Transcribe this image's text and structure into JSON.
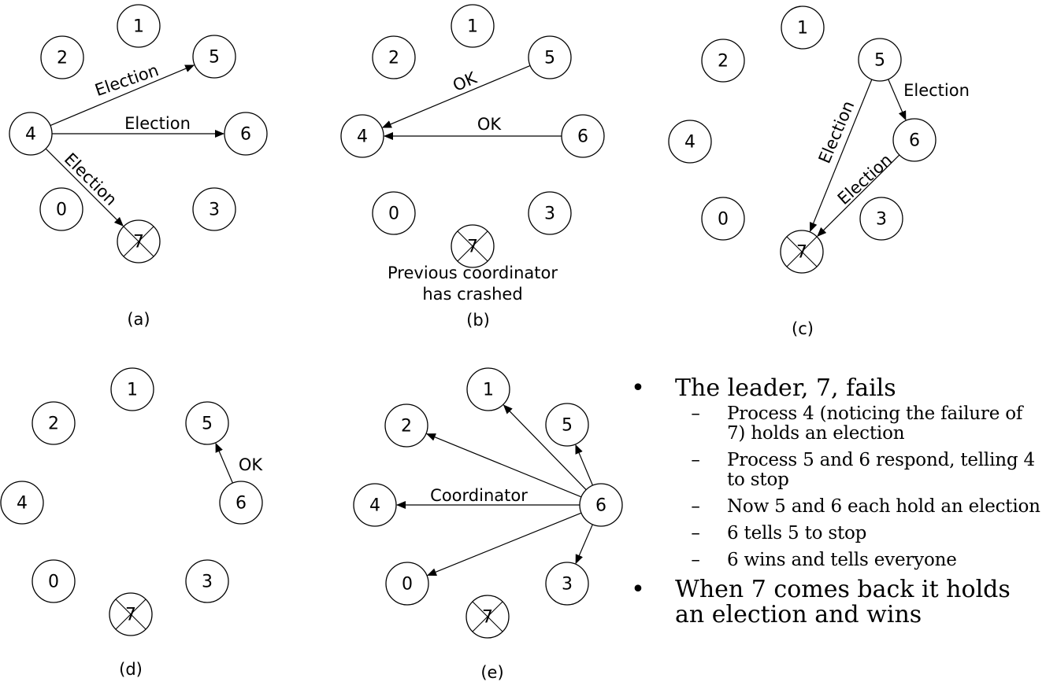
{
  "panels": [
    {
      "id": "a",
      "caption": "(a)",
      "nodes": [
        {
          "id": "1",
          "label": "1",
          "crashed": false
        },
        {
          "id": "2",
          "label": "2",
          "crashed": false
        },
        {
          "id": "5",
          "label": "5",
          "crashed": false
        },
        {
          "id": "4",
          "label": "4",
          "crashed": false
        },
        {
          "id": "6",
          "label": "6",
          "crashed": false
        },
        {
          "id": "0",
          "label": "0",
          "crashed": false
        },
        {
          "id": "3",
          "label": "3",
          "crashed": false
        },
        {
          "id": "7",
          "label": "7",
          "crashed": true
        }
      ],
      "edges": [
        {
          "from": "4",
          "to": "5",
          "label": "Election"
        },
        {
          "from": "4",
          "to": "6",
          "label": "Election"
        },
        {
          "from": "4",
          "to": "7",
          "label": "Election"
        }
      ]
    },
    {
      "id": "b",
      "caption": "(b)",
      "note_lines": [
        "Previous coordinator",
        "has crashed"
      ],
      "nodes": [
        {
          "id": "1",
          "label": "1",
          "crashed": false
        },
        {
          "id": "2",
          "label": "2",
          "crashed": false
        },
        {
          "id": "5",
          "label": "5",
          "crashed": false
        },
        {
          "id": "4",
          "label": "4",
          "crashed": false
        },
        {
          "id": "6",
          "label": "6",
          "crashed": false
        },
        {
          "id": "0",
          "label": "0",
          "crashed": false
        },
        {
          "id": "3",
          "label": "3",
          "crashed": false
        },
        {
          "id": "7",
          "label": "7",
          "crashed": true
        }
      ],
      "edges": [
        {
          "from": "5",
          "to": "4",
          "label": "OK"
        },
        {
          "from": "6",
          "to": "4",
          "label": "OK"
        }
      ]
    },
    {
      "id": "c",
      "caption": "(c)",
      "nodes": [
        {
          "id": "1",
          "label": "1",
          "crashed": false
        },
        {
          "id": "2",
          "label": "2",
          "crashed": false
        },
        {
          "id": "5",
          "label": "5",
          "crashed": false
        },
        {
          "id": "4",
          "label": "4",
          "crashed": false
        },
        {
          "id": "6",
          "label": "6",
          "crashed": false
        },
        {
          "id": "0",
          "label": "0",
          "crashed": false
        },
        {
          "id": "3",
          "label": "3",
          "crashed": false
        },
        {
          "id": "7",
          "label": "7",
          "crashed": true
        }
      ],
      "edges": [
        {
          "from": "5",
          "to": "6",
          "label": "Election"
        },
        {
          "from": "5",
          "to": "7",
          "label": "Election"
        },
        {
          "from": "6",
          "to": "7",
          "label": "Election"
        }
      ]
    },
    {
      "id": "d",
      "caption": "(d)",
      "nodes": [
        {
          "id": "1",
          "label": "1",
          "crashed": false
        },
        {
          "id": "2",
          "label": "2",
          "crashed": false
        },
        {
          "id": "5",
          "label": "5",
          "crashed": false
        },
        {
          "id": "4",
          "label": "4",
          "crashed": false
        },
        {
          "id": "6",
          "label": "6",
          "crashed": false
        },
        {
          "id": "0",
          "label": "0",
          "crashed": false
        },
        {
          "id": "3",
          "label": "3",
          "crashed": false
        },
        {
          "id": "7",
          "label": "7",
          "crashed": true
        }
      ],
      "edges": [
        {
          "from": "6",
          "to": "5",
          "label": "OK"
        }
      ]
    },
    {
      "id": "e",
      "caption": "(e)",
      "nodes": [
        {
          "id": "1",
          "label": "1",
          "crashed": false
        },
        {
          "id": "2",
          "label": "2",
          "crashed": false
        },
        {
          "id": "5",
          "label": "5",
          "crashed": false
        },
        {
          "id": "4",
          "label": "4",
          "crashed": false
        },
        {
          "id": "6",
          "label": "6",
          "crashed": false
        },
        {
          "id": "0",
          "label": "0",
          "crashed": false
        },
        {
          "id": "3",
          "label": "3",
          "crashed": false
        },
        {
          "id": "7",
          "label": "7",
          "crashed": true
        }
      ],
      "edges": [
        {
          "from": "6",
          "to": "1",
          "label": ""
        },
        {
          "from": "6",
          "to": "2",
          "label": ""
        },
        {
          "from": "6",
          "to": "5",
          "label": ""
        },
        {
          "from": "6",
          "to": "4",
          "label": "Coordinator"
        },
        {
          "from": "6",
          "to": "0",
          "label": ""
        },
        {
          "from": "6",
          "to": "3",
          "label": ""
        }
      ]
    }
  ],
  "bullets": [
    {
      "text": "The leader, 7, fails",
      "sub": [
        "Process 4 (noticing the failure of 7) holds an election",
        "Process 5 and 6 respond, telling 4 to stop",
        "Now 5 and 6 each hold an election",
        "6 tells 5 to stop",
        "6 wins and tells everyone"
      ]
    },
    {
      "text": "When 7 comes back it holds an election and wins",
      "sub": []
    }
  ],
  "bullet_mark": "•",
  "sub_mark": "–"
}
